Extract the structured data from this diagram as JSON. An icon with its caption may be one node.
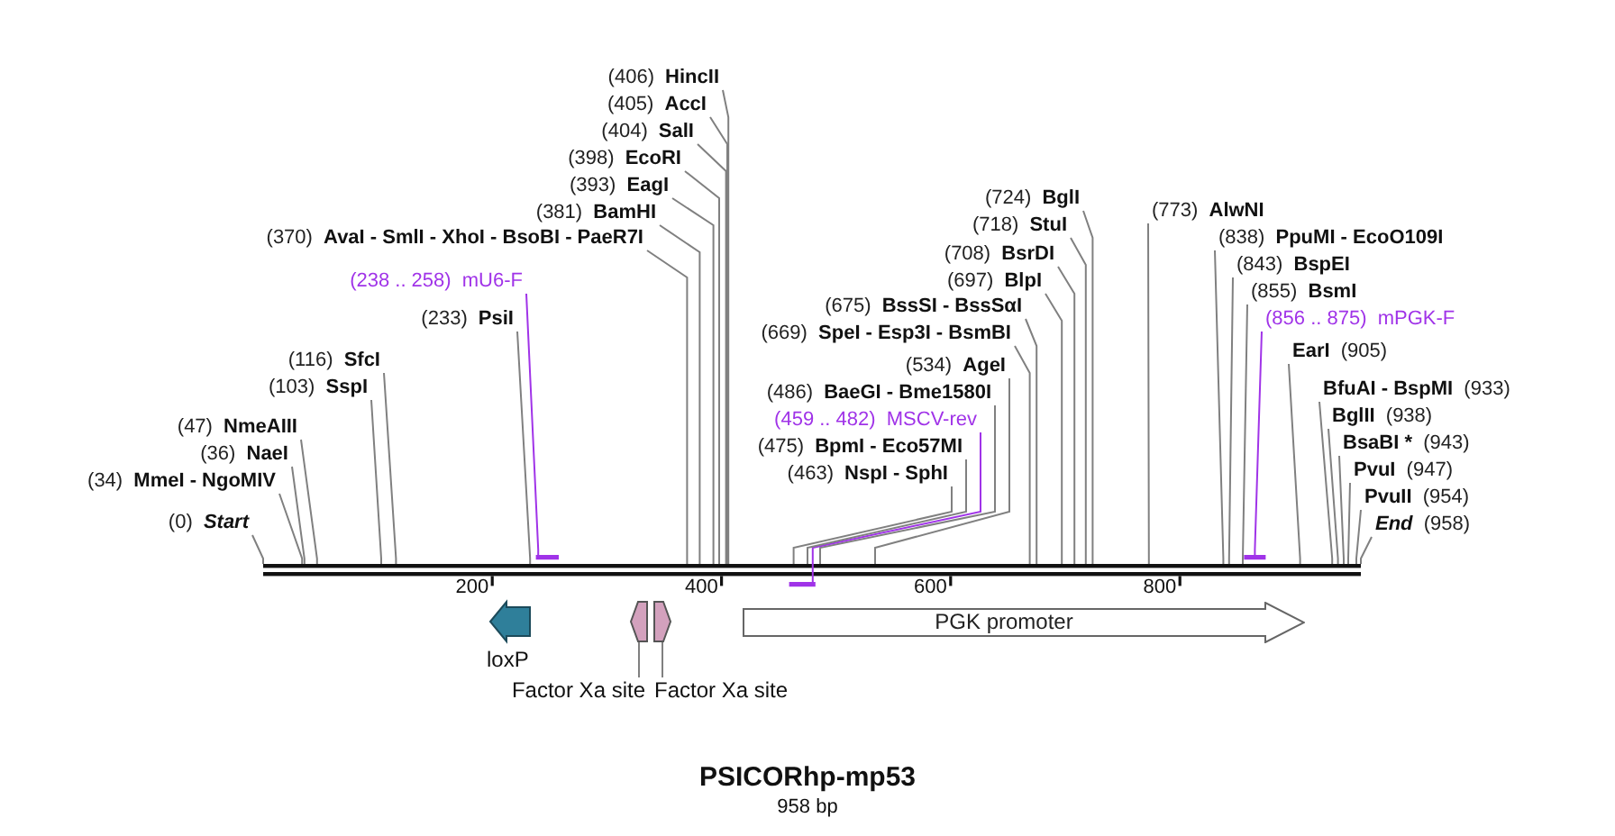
{
  "diagram": {
    "title": "PSICORhp-mp53",
    "nodes": [
      {
        "text": [
          "(406)",
          "HincII"
        ]
      },
      {
        "text": [
          "(405)",
          "AccI"
        ]
      },
      {
        "text": [
          "(404)",
          "SalI"
        ]
      },
      {
        "text": [
          "(398)",
          "EcoRI"
        ]
      },
      {
        "text": [
          "(393)",
          "EagI"
        ]
      },
      {
        "text": [
          "(724)",
          "BglI"
        ]
      },
      {
        "text": [
          "(381)",
          "BamHI"
        ]
      },
      {
        "text": [
          "(718)",
          "StuI"
        ]
      },
      {
        "text": [
          "(370)",
          "AvaI - SmlI - XhoI - BsoBI - PaeR7I"
        ]
      },
      {
        "text": [
          "(708)",
          "BsrDI"
        ]
      },
      {
        "text": [
          "(238 .. 258)",
          "mU6-F"
        ]
      },
      {
        "text": [
          "(697)",
          "BlpI"
        ]
      },
      {
        "text": [
          "(675)",
          "BssSI - BssSαI"
        ]
      },
      {
        "text": [
          "(233)",
          "PsiI"
        ]
      },
      {
        "text": [
          "(669)",
          "SpeI - Esp3I - BsmBI"
        ]
      },
      {
        "text": [
          "EarI",
          "(905)"
        ]
      },
      {
        "text": [
          "(116)",
          "SfcI"
        ]
      },
      {
        "text": [
          "(534)",
          "AgeI"
        ]
      },
      {
        "text": [
          "(103)",
          "SspI"
        ]
      },
      {
        "text": [
          "(856 .. 875)",
          "mPGK-F"
        ]
      },
      {
        "text": [
          "BfuAI - BspMI",
          "(933)"
        ]
      },
      {
        "text": [
          "(486)",
          "BaeGI - Bme1580I"
        ]
      },
      {
        "text": [
          "BglII",
          "(938)"
        ]
      },
      {
        "text": [
          "(47)",
          "NmeAIII"
        ]
      },
      {
        "text": [
          "(855)",
          "BsmI"
        ]
      },
      {
        "text": [
          "BsaBI *",
          "(943)"
        ]
      },
      {
        "text": [
          "(36)",
          "NaeI"
        ]
      },
      {
        "text": [
          "(459 .. 482)",
          "MSCV-rev"
        ]
      },
      {
        "text": [
          "(843)",
          "BspEI"
        ]
      },
      {
        "text": [
          "PvuI",
          "(947)"
        ]
      },
      {
        "text": [
          "(34)",
          "MmeI - NgoMIV"
        ]
      },
      {
        "text": [
          "(838)",
          "PpuMI - EcoO109I"
        ]
      },
      {
        "text": [
          "(475)",
          "BpmI - Eco57MI"
        ]
      },
      {
        "text": [
          "PvuII",
          "(954)"
        ]
      },
      {
        "text": [
          "(0)",
          "Start"
        ]
      },
      {
        "text": [
          "(463)",
          "NspI - SphI"
        ]
      },
      {
        "text": [
          "(773)",
          "AlwNI"
        ]
      },
      {
        "text": [
          "End",
          "(958)"
        ]
      },
      {
        "text": [],
        "shape": "bar"
      },
      {
        "text": [],
        "shape": "bar"
      },
      {
        "text": [],
        "shape": "bar"
      },
      {
        "text": [],
        "shape": "bar"
      },
      {
        "text": [],
        "shape": "arrow",
        "beside": [
          "loxP"
        ]
      },
      {
        "text": [],
        "shape": "arrow"
      },
      {
        "text": [],
        "shape": "arrow"
      },
      {
        "text": [
          "PGK promoter"
        ]
      },
      {
        "text": [
          "Factor Xa site"
        ]
      },
      {
        "text": [
          "Factor Xa site"
        ]
      }
    ],
    "edges": [
      {
        "from": 0,
        "to": 38,
        "arrow": "none"
      },
      {
        "from": 1,
        "to": 38,
        "arrow": "none"
      },
      {
        "from": 2,
        "to": 38,
        "arrow": "none"
      },
      {
        "from": 3,
        "to": 38,
        "arrow": "none"
      },
      {
        "from": 4,
        "to": 38,
        "arrow": "none"
      },
      {
        "from": 5,
        "to": 38,
        "arrow": "none"
      },
      {
        "from": 6,
        "to": 38,
        "arrow": "none"
      },
      {
        "from": 7,
        "to": 38,
        "arrow": "none"
      },
      {
        "from": 8,
        "to": 38,
        "arrow": "none"
      },
      {
        "from": 9,
        "to": 38,
        "arrow": "none"
      },
      {
        "from": 10,
        "to": 39,
        "arrow": "none",
        "color": "#a033e8"
      },
      {
        "from": 11,
        "to": 38,
        "arrow": "none"
      },
      {
        "from": 12,
        "to": 38,
        "arrow": "none"
      },
      {
        "from": 13,
        "to": 38,
        "arrow": "none"
      },
      {
        "from": 14,
        "to": 38,
        "arrow": "none"
      },
      {
        "from": 15,
        "to": 38,
        "arrow": "none"
      },
      {
        "from": 16,
        "to": 38,
        "arrow": "none"
      },
      {
        "from": 17,
        "to": 38,
        "arrow": "none"
      },
      {
        "from": 18,
        "to": 38,
        "arrow": "none"
      },
      {
        "from": 19,
        "to": 41,
        "arrow": "none",
        "color": "#a033e8"
      },
      {
        "from": 20,
        "to": 38,
        "arrow": "none"
      },
      {
        "from": 21,
        "to": 38,
        "arrow": "none"
      },
      {
        "from": 22,
        "to": 38,
        "arrow": "none"
      },
      {
        "from": 23,
        "to": 38,
        "arrow": "none"
      },
      {
        "from": 24,
        "to": 38,
        "arrow": "none"
      },
      {
        "from": 25,
        "to": 38,
        "arrow": "none"
      },
      {
        "from": 26,
        "to": 38,
        "arrow": "none"
      },
      {
        "from": 27,
        "to": 40,
        "arrow": "none",
        "color": "#a033e8"
      },
      {
        "from": 28,
        "to": 38,
        "arrow": "none"
      },
      {
        "from": 29,
        "to": 38,
        "arrow": "none"
      },
      {
        "from": 30,
        "to": 38,
        "arrow": "none"
      },
      {
        "from": 31,
        "to": 38,
        "arrow": "none"
      },
      {
        "from": 32,
        "to": 38,
        "arrow": "none"
      },
      {
        "from": 33,
        "to": 38,
        "arrow": "none"
      },
      {
        "from": 34,
        "to": 38,
        "arrow": "none"
      },
      {
        "from": 35,
        "to": 38,
        "arrow": "none"
      },
      {
        "from": 36,
        "to": 38,
        "arrow": "none"
      },
      {
        "from": 37,
        "to": 38,
        "arrow": "none"
      },
      {
        "from": 46,
        "to": 43,
        "arrow": "none"
      },
      {
        "from": 47,
        "to": 44,
        "arrow": "none"
      }
    ],
    "labels": [
      "200",
      "400",
      "600",
      "800",
      "958 bp"
    ]
  }
}
